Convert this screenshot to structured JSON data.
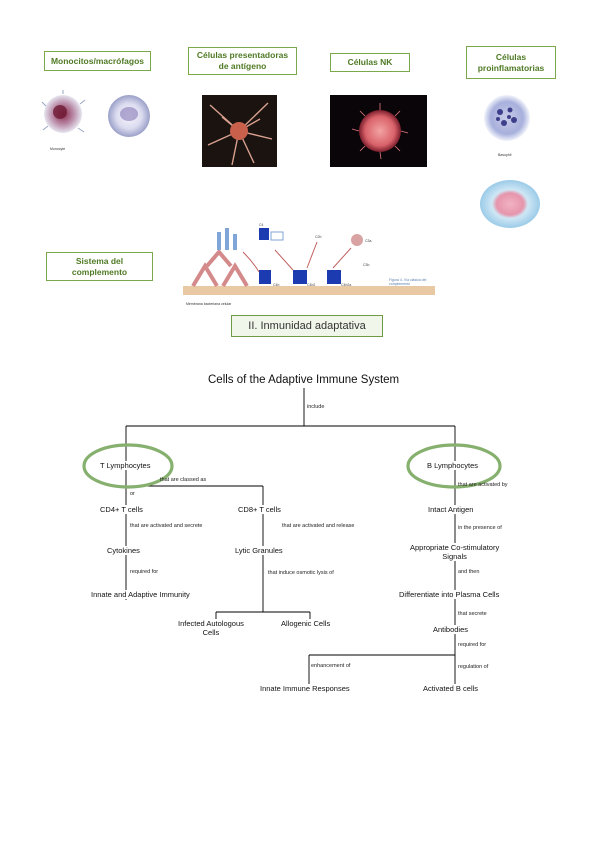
{
  "top": {
    "boxes": {
      "monocitos": "Monocitos/macrófagos",
      "presentadoras": "Células presentadoras de antígeno",
      "nk": "Células NK",
      "proinflamatorias": "Células proinflamatorias",
      "complemento": "Sistema del complemento"
    },
    "captions": {
      "monocyte": "Monocyte",
      "basophil": "Basophil",
      "membrane": "Membrana bacteriana celular",
      "figure": "Figura 4. Vía clásica del complemento"
    },
    "section_title": "II. Inmunidad adaptativa"
  },
  "concept_map": {
    "title": "Cells of the Adaptive Immune System",
    "nodes": {
      "t_lymph": "T Lymphocytes",
      "b_lymph": "B Lymphocytes",
      "cd4": "CD4+ T cells",
      "cd8": "CD8+ T cells",
      "cytokines": "Cytokines",
      "lytic": "Lytic Granules",
      "innate_adaptive": "Innate and Adaptive Immunity",
      "infected_1": "Infected Autologous",
      "infected_2": "Cells",
      "allogenic": "Allogenic Cells",
      "intact": "Intact Antigen",
      "costim_1": "Appropriate Co-stimulatory",
      "costim_2": "Signals",
      "plasma": "Differentiate into Plasma Cells",
      "antibodies": "Antibodies",
      "innate_responses": "Innate Immune Responses",
      "activated_b": "Activated B cells"
    },
    "links": {
      "include": "include",
      "classed": "that are classed as",
      "or": "or",
      "act_secrete": "that are activated and secrete",
      "act_release": "that are activated and release",
      "required_for_1": "required for",
      "osmotic": "that  induce osmotic lysis of",
      "b_activated_by": "that are activated by",
      "presence": "in the presence of",
      "and_then": "and then",
      "secrete": "that secrete",
      "required_for_2": "required for",
      "enhancement": "enhancement of",
      "regulation": "regulation of"
    }
  }
}
